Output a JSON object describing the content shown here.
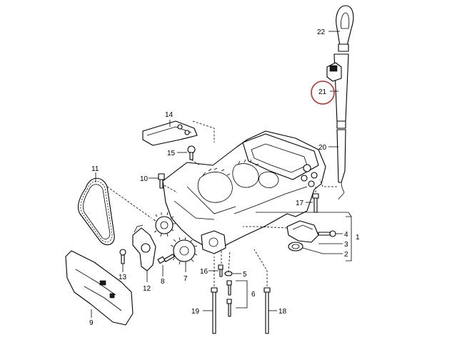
{
  "callouts": {
    "c1": "1",
    "c2": "2",
    "c3": "3",
    "c4": "4",
    "c5": "5",
    "c6": "6",
    "c7": "7",
    "c8": "8",
    "c9": "9",
    "c10": "10",
    "c11": "11",
    "c12": "12",
    "c13": "13",
    "c14": "14",
    "c15": "15",
    "c16": "16",
    "c17": "17",
    "c18": "18",
    "c19": "19",
    "c20": "20",
    "c21": "21",
    "c22": "22"
  },
  "highlight": {
    "target": "21",
    "color": "#cc2a2a"
  }
}
